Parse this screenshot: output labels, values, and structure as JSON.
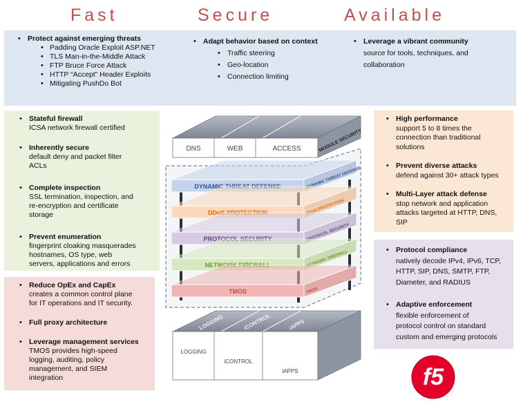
{
  "headers": {
    "fast": "Fast",
    "secure": "Secure",
    "available": "Available"
  },
  "top": {
    "col1": {
      "title": "Protect against emerging threats",
      "items": [
        "Padding Oracle Exploit ASP.NET",
        "TLS Man-in-the-Middle Attack",
        "FTP Bruce Force Attack",
        "HTTP “Accept” Header Exploits",
        "Mitigating PushDo Bot"
      ]
    },
    "col2": {
      "title": "Adapt behavior based on context",
      "items": [
        "Traffic steering",
        "Geo-location",
        "Connection limiting"
      ]
    },
    "col3": {
      "title": "Leverage a vibrant community",
      "lines": [
        "source for tools, techniques, and",
        "collaboration"
      ]
    }
  },
  "green": [
    {
      "title": "Stateful firewall",
      "lines": [
        "ICSA  network firewall certified"
      ]
    },
    {
      "title": "Inherently secure",
      "lines": [
        "default deny and packet filter",
        "ACLs"
      ]
    },
    {
      "title": "Complete inspection",
      "lines": [
        "SSL termination, inspection, and",
        "re-encryption and certificate",
        "storage"
      ]
    },
    {
      "title": "Prevent enumeration",
      "lines": [
        "fingerprint cloaking masquerades",
        "hostnames, OS type, web",
        "servers, applications and errors"
      ]
    }
  ],
  "red": [
    {
      "title": "Reduce OpEx and CapEx",
      "lines": [
        "creates a common control plane",
        "for IT operations and IT security."
      ]
    },
    {
      "title": "Full proxy architecture",
      "lines": []
    },
    {
      "title": "Leverage management services",
      "lines": [
        "TMOS provides high-speed",
        "logging, auditing, policy",
        "management, and SIEM",
        "integration"
      ]
    }
  ],
  "orange": [
    {
      "title": "High performance",
      "lines": [
        "support 5 to 8 times the",
        "connection than traditional",
        "solutions"
      ]
    },
    {
      "title": "Prevent  diverse attacks",
      "lines": [
        "defend against 30+ attack types"
      ]
    },
    {
      "title": "Multi-Layer attack defense",
      "lines": [
        "stop network and application",
        "attacks targeted at HTTP, DNS,",
        "SIP"
      ]
    }
  ],
  "purple": [
    {
      "title": "Protocol compliance",
      "lines": [
        "natively decode IPv4, IPv6, TCP,",
        "HTTP, SIP, DNS, SMTP, FTP,",
        "Diameter, and RADIUS"
      ]
    },
    {
      "title": "Adaptive enforcement",
      "lines": [
        "flexible enforcement of",
        "protocol control on standard",
        "custom and emerging protocols"
      ]
    }
  ],
  "stack": {
    "module_top": [
      "DNS",
      "WEB",
      "ACCESS"
    ],
    "module_side": "MODULE SECURITY",
    "layers": [
      {
        "front": "DYNAMIC THREAT DEFENSE",
        "side": "DYNAMIC THREAT DEFENSE",
        "color": "#c5d4ec",
        "text_color": "#2e5597"
      },
      {
        "front": "DDoS PROTECTION",
        "side": "DDoS PROTECTION",
        "color": "#fbd9bd",
        "text_color": "#e46c0a"
      },
      {
        "front": "PROTOCOL SECURITY",
        "side": "PROTOCOL SECURITY",
        "color": "#d5cce4",
        "text_color": "#5f497a"
      },
      {
        "front": "NETWORK FIREWALL",
        "side": "NETWORK FIREWALL",
        "color": "#d7e9c1",
        "text_color": "#6a9a2c"
      },
      {
        "front": "TMOS",
        "side": "TMOS",
        "color": "#f0b6b4",
        "text_color": "#c0504d"
      }
    ],
    "base_front": [
      "LOGGING",
      "iCONTROL",
      "iAPPS"
    ],
    "base_top": [
      "LOGGING",
      "iCONTROL",
      "iAPPS"
    ]
  },
  "logo": "f5",
  "colors": {
    "header": "#c0504d",
    "top": "#dde6f1",
    "green": "#eaf1dd",
    "red": "#f5dcdb",
    "orange": "#fce7d5",
    "purple": "#e5e0ec",
    "logo": "#e4002b"
  }
}
